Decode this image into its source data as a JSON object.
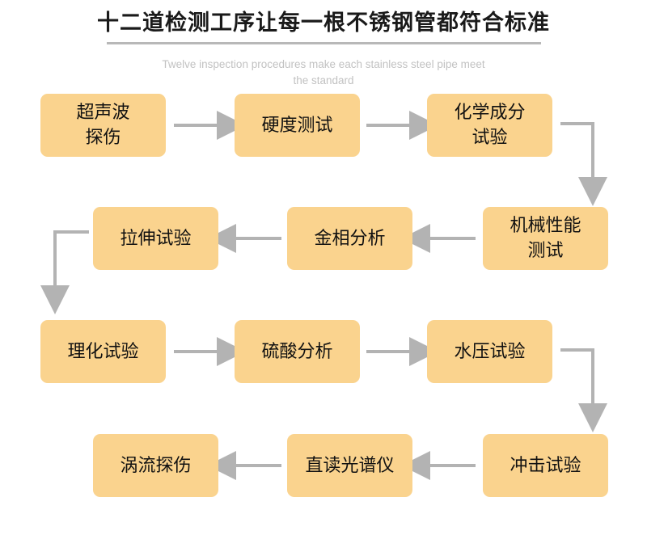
{
  "header": {
    "title": "十二道检测工序让每一根不锈钢管都符合标准",
    "subtitle": "Twelve inspection procedures make each stainless steel pipe meet the standard",
    "rule_color": "#b8b8b8"
  },
  "theme": {
    "node_fill": "#fad38e",
    "node_text": "#111111",
    "arrow_color": "#b3b3b3",
    "background": "#ffffff",
    "subtitle_color": "#c2c2c2"
  },
  "flow": {
    "nodes": [
      {
        "id": "n1",
        "label": "超声波\n探伤",
        "row": 1,
        "col": 1
      },
      {
        "id": "n2",
        "label": "硬度测试",
        "row": 1,
        "col": 2
      },
      {
        "id": "n3",
        "label": "化学成分\n试验",
        "row": 1,
        "col": 3
      },
      {
        "id": "n4",
        "label": "机械性能\n测试",
        "row": 2,
        "col": 3
      },
      {
        "id": "n5",
        "label": "金相分析",
        "row": 2,
        "col": 2
      },
      {
        "id": "n6",
        "label": "拉伸试验",
        "row": 2,
        "col": 1
      },
      {
        "id": "n7",
        "label": "理化试验",
        "row": 3,
        "col": 1
      },
      {
        "id": "n8",
        "label": "硫酸分析",
        "row": 3,
        "col": 2
      },
      {
        "id": "n9",
        "label": "水压试验",
        "row": 3,
        "col": 3
      },
      {
        "id": "n10",
        "label": "冲击试验",
        "row": 4,
        "col": 3
      },
      {
        "id": "n11",
        "label": "直读光谱仪",
        "row": 4,
        "col": 2
      },
      {
        "id": "n12",
        "label": "涡流探伤",
        "row": 4,
        "col": 1
      }
    ],
    "connectors": [
      {
        "from": "n1",
        "to": "n2",
        "kind": "straight-right"
      },
      {
        "from": "n2",
        "to": "n3",
        "kind": "straight-right"
      },
      {
        "from": "n3",
        "to": "n4",
        "kind": "elbow-down-right"
      },
      {
        "from": "n4",
        "to": "n5",
        "kind": "straight-left"
      },
      {
        "from": "n5",
        "to": "n6",
        "kind": "straight-left"
      },
      {
        "from": "n6",
        "to": "n7",
        "kind": "elbow-down-left"
      },
      {
        "from": "n7",
        "to": "n8",
        "kind": "straight-right"
      },
      {
        "from": "n8",
        "to": "n9",
        "kind": "straight-right"
      },
      {
        "from": "n9",
        "to": "n10",
        "kind": "elbow-down-right"
      },
      {
        "from": "n10",
        "to": "n11",
        "kind": "straight-left"
      },
      {
        "from": "n11",
        "to": "n12",
        "kind": "straight-left"
      }
    ]
  }
}
